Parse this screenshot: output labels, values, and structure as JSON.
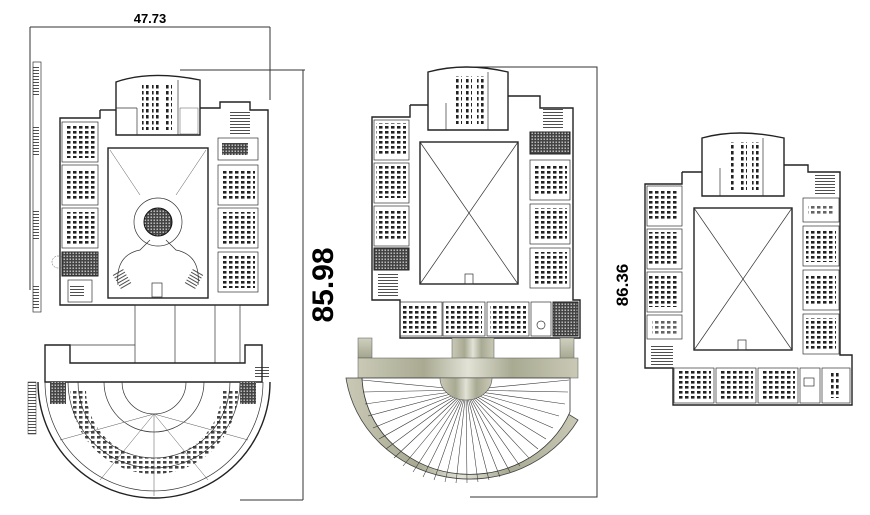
{
  "drawing": {
    "type": "architectural floor plans",
    "background": "#ffffff",
    "line_color": "#222222",
    "shade_color": "#b8b9a3",
    "plans": [
      {
        "id": "plan-left",
        "label": "Floor plan with circular central hall and semicircular auditorium",
        "dimensions": {
          "width_label": "47.73",
          "height_label": "85.98"
        }
      },
      {
        "id": "plan-middle",
        "label": "Floor plan with open courtyard and semicircular stepped seating",
        "dimensions": {}
      },
      {
        "id": "plan-right",
        "label": "Floor plan with open courtyard",
        "dimensions": {
          "height_label": "86.36"
        }
      }
    ]
  },
  "labels": {
    "dim_width_left": "47.73",
    "dim_height_left": "85.98",
    "dim_height_right": "86.36"
  }
}
